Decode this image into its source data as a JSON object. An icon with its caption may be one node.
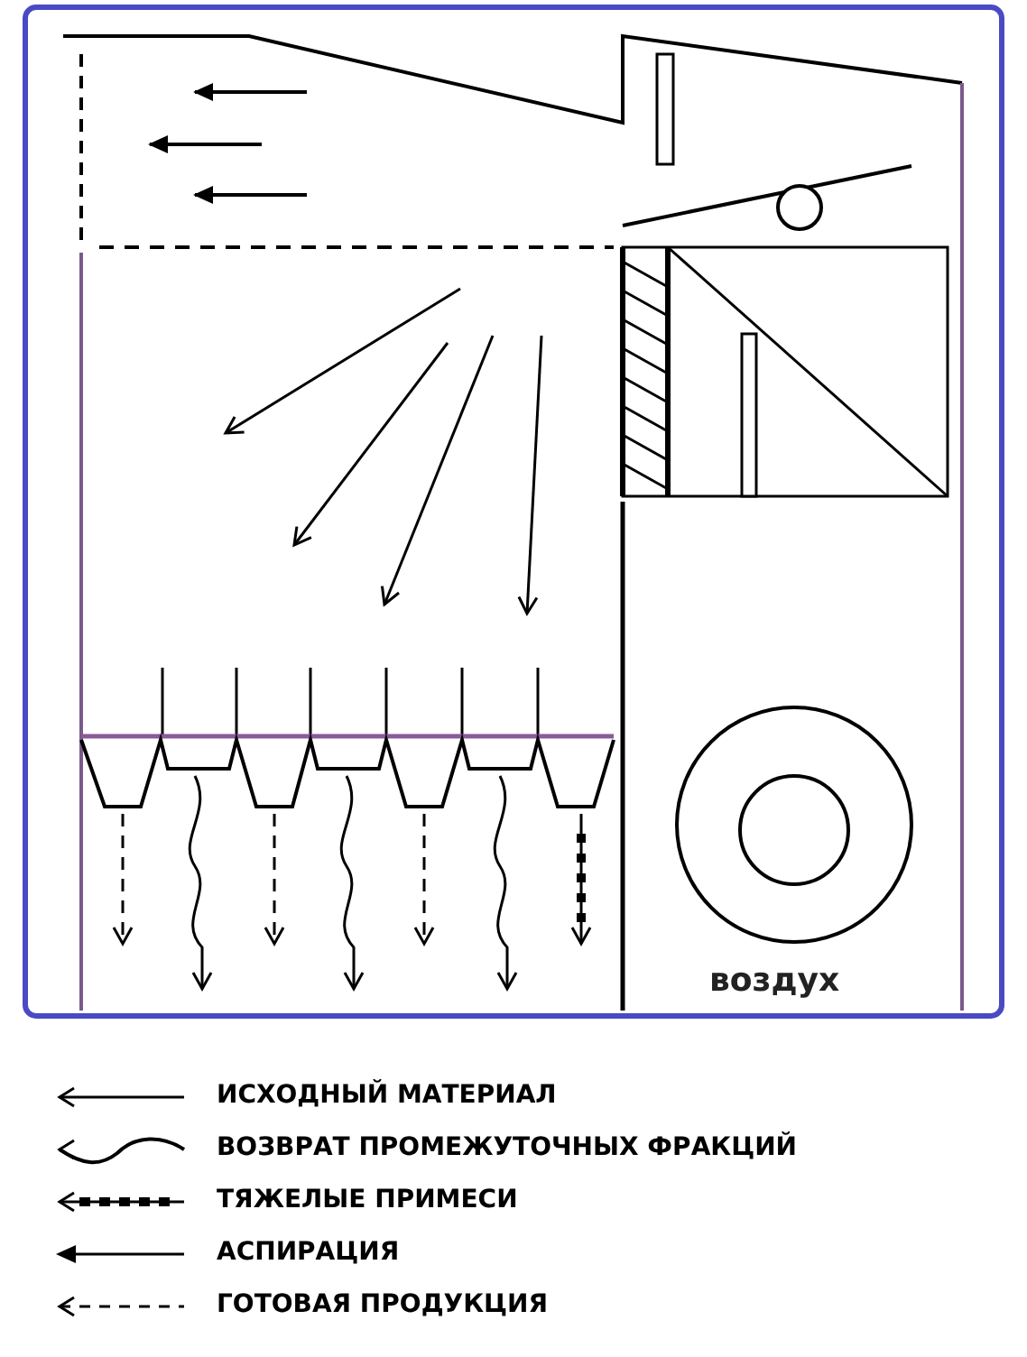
{
  "diagram": {
    "labels": [
      "воздух"
    ],
    "legend": [
      {
        "text": "ИСХОДНЫЙ МАТЕРИАЛ"
      },
      {
        "text": "ВОЗВРАТ ПРОМЕЖУТОЧНЫХ ФРАКЦИЙ"
      },
      {
        "text": "ТЯЖЕЛЫЕ ПРИМЕСИ"
      },
      {
        "text": "АСПИРАЦИЯ"
      },
      {
        "text": "ГОТОВАЯ ПРОДУКЦИЯ"
      }
    ]
  }
}
